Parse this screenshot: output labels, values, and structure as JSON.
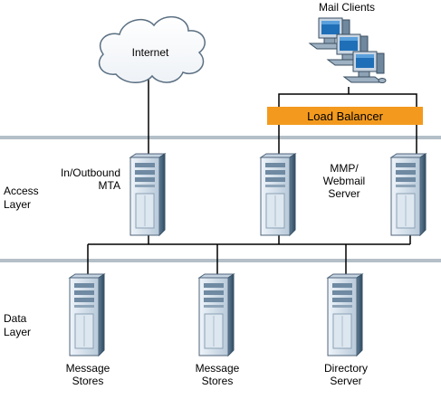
{
  "layers": [
    {
      "line1": "Access",
      "line2": "Layer"
    },
    {
      "line1": "Data",
      "line2": "Layer"
    }
  ],
  "internet": "Internet",
  "mail_clients": "Mail Clients",
  "load_balancer": "Load Balancer",
  "mta": {
    "line1": "In/Outbound",
    "line2": "MTA"
  },
  "mmp": {
    "line1": "MMP/",
    "line2": "Webmail",
    "line3": "Server"
  },
  "stores": [
    {
      "line1": "Message",
      "line2": "Stores"
    },
    {
      "line1": "Message",
      "line2": "Stores"
    },
    {
      "line1": "Directory",
      "line2": "Server"
    }
  ],
  "colors": {
    "load_balancer": "#f39a1e",
    "layer_divider": "#b4bfc8",
    "server_body": "#d6e2ee",
    "server_dark": "#4f6c84"
  }
}
